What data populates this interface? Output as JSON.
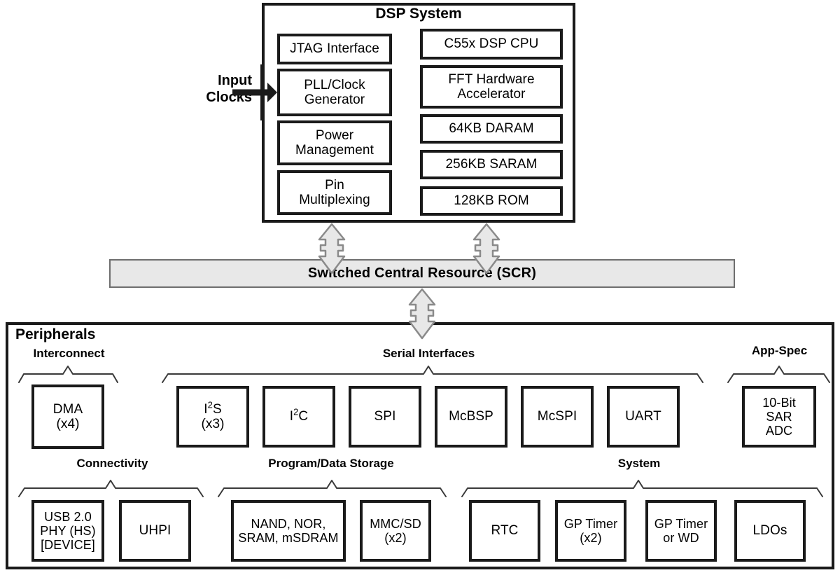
{
  "diagram": {
    "dsp_system": {
      "title": "DSP System",
      "input_label_line1": "Input",
      "input_label_line2": "Clocks",
      "left_column": [
        {
          "name": "jtag-interface",
          "label": "JTAG Interface"
        },
        {
          "name": "pll-clock-generator",
          "label": "PLL/Clock\nGenerator"
        },
        {
          "name": "power-management",
          "label": "Power\nManagement"
        },
        {
          "name": "pin-multiplexing",
          "label": "Pin\nMultiplexing"
        }
      ],
      "right_column": [
        {
          "name": "c55x-dsp-cpu",
          "label": "C55x DSP CPU"
        },
        {
          "name": "fft-hardware-accelerator",
          "label": "FFT Hardware\nAccelerator"
        },
        {
          "name": "daram-64kb",
          "label": "64KB DARAM"
        },
        {
          "name": "saram-256kb",
          "label": "256KB SARAM"
        },
        {
          "name": "rom-128kb",
          "label": "128KB ROM"
        }
      ]
    },
    "scr": {
      "label": "Switched Central Resource (SCR)",
      "fill_color": "#e8e8e8",
      "border_color": "#6e6e6e"
    },
    "peripherals": {
      "title": "Peripherals",
      "groups": [
        {
          "name": "interconnect",
          "label": "Interconnect",
          "blocks": [
            {
              "name": "dma",
              "label": "DMA\n(x4)"
            }
          ]
        },
        {
          "name": "serial-interfaces",
          "label": "Serial Interfaces",
          "blocks": [
            {
              "name": "i2s",
              "label": "I2S\n(x3)",
              "html": "I<sup>2</sup>S<br>(x3)"
            },
            {
              "name": "i2c",
              "label": "I2C",
              "html": "I<sup>2</sup>C"
            },
            {
              "name": "spi",
              "label": "SPI"
            },
            {
              "name": "mcbsp",
              "label": "McBSP"
            },
            {
              "name": "mcspi",
              "label": "McSPI"
            },
            {
              "name": "uart",
              "label": "UART"
            }
          ]
        },
        {
          "name": "app-spec",
          "label": "App-Spec",
          "blocks": [
            {
              "name": "sar-adc",
              "label": "10-Bit\nSAR\nADC"
            }
          ]
        },
        {
          "name": "connectivity",
          "label": "Connectivity",
          "blocks": [
            {
              "name": "usb-phy",
              "label": "USB 2.0\nPHY (HS)\n[DEVICE]"
            },
            {
              "name": "uhpi",
              "label": "UHPI"
            }
          ]
        },
        {
          "name": "program-data-storage",
          "label": "Program/Data Storage",
          "blocks": [
            {
              "name": "external-memory",
              "label": "NAND, NOR,\nSRAM, mSDRAM"
            },
            {
              "name": "mmc-sd",
              "label": "MMC/SD\n(x2)"
            }
          ]
        },
        {
          "name": "system",
          "label": "System",
          "blocks": [
            {
              "name": "rtc",
              "label": "RTC"
            },
            {
              "name": "gp-timer",
              "label": "GP Timer\n(x2)"
            },
            {
              "name": "gp-timer-or-wd",
              "label": "GP Timer\nor WD"
            },
            {
              "name": "ldos",
              "label": "LDOs"
            }
          ]
        }
      ]
    },
    "connectors": [
      {
        "name": "dsp-left-to-scr-arrow",
        "type": "double-arrow-vertical"
      },
      {
        "name": "dsp-right-to-scr-arrow",
        "type": "double-arrow-vertical"
      },
      {
        "name": "scr-to-peripherals-arrow",
        "type": "double-arrow-vertical"
      },
      {
        "name": "input-clocks-arrow",
        "type": "arrow-right"
      }
    ],
    "colors": {
      "line": "#1a1a1a",
      "background": "#ffffff",
      "scr_fill": "#e8e8e8",
      "arrow_fill": "#e8e8e8",
      "arrow_stroke": "#8a8a8a"
    }
  }
}
